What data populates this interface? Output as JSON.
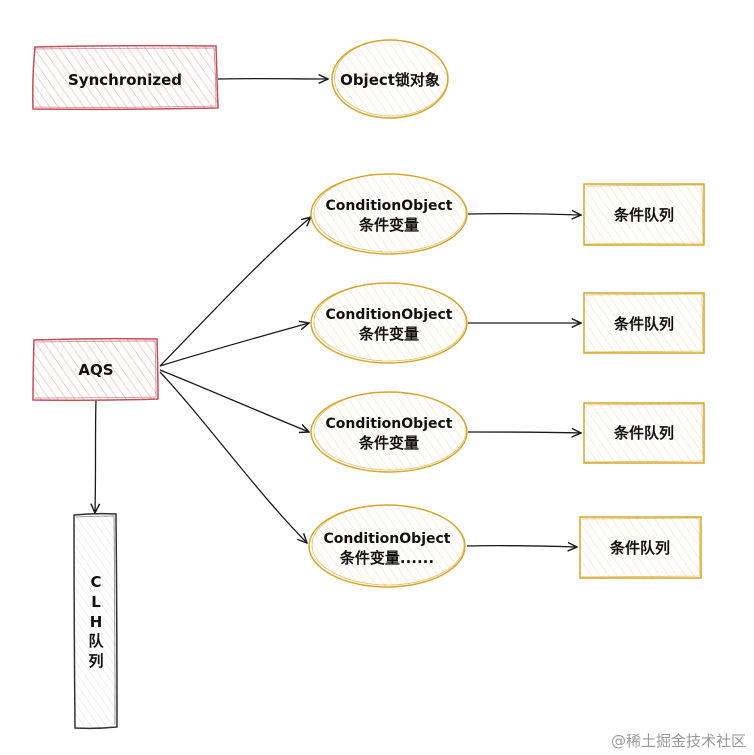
{
  "diagram": {
    "synchronized": "Synchronized",
    "object_lock": "Object锁对象",
    "aqs": "AQS",
    "clh_lines": [
      "C",
      "L",
      "H",
      "队",
      "列"
    ],
    "conditions": [
      {
        "line1": "ConditionObject",
        "line2": "条件变量",
        "queue": "条件队列"
      },
      {
        "line1": "ConditionObject",
        "line2": "条件变量",
        "queue": "条件队列"
      },
      {
        "line1": "ConditionObject",
        "line2": "条件变量",
        "queue": "条件队列"
      },
      {
        "line1": "ConditionObject",
        "line2": "条件变量......",
        "queue": "条件队列"
      }
    ]
  },
  "watermark": "@稀土掘金技术社区",
  "colors": {
    "red_stroke": "#c0505a",
    "red_hatch": "#f2b8bc",
    "yellow_stroke": "#d6a72c",
    "yellow_hatch": "#fbe2bf",
    "dark_stroke": "#333333",
    "arrow": "#1a1a1a"
  }
}
